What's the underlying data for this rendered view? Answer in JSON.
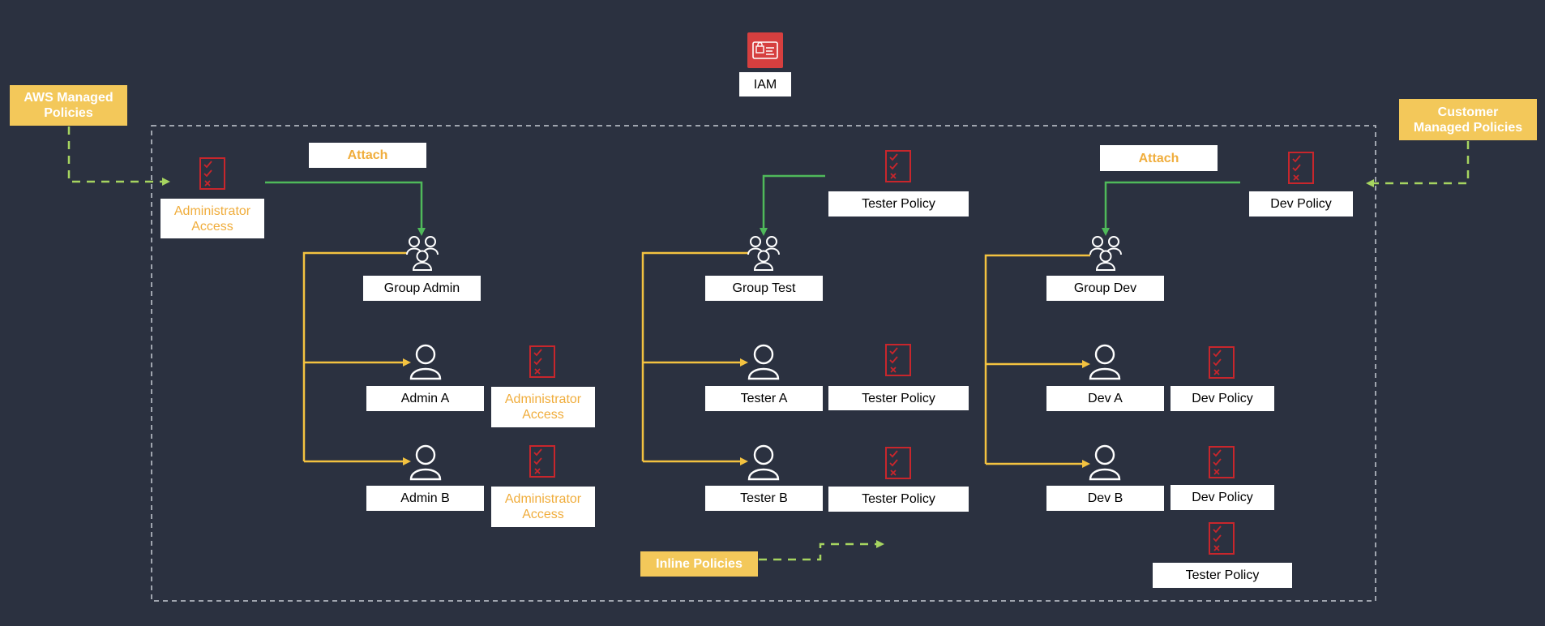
{
  "iam": {
    "label": "IAM"
  },
  "legend": {
    "aws_managed": "AWS Managed\nPolicies",
    "customer_managed": "Customer\nManaged Policies",
    "inline": "Inline Policies"
  },
  "attach_left": "Attach",
  "attach_right": "Attach",
  "admin_section": {
    "managed_policy": "Administrator\nAccess",
    "group": "Group Admin",
    "users": [
      {
        "name": "Admin A",
        "policy": "Administrator\nAccess"
      },
      {
        "name": "Admin B",
        "policy": "Administrator\nAccess"
      }
    ]
  },
  "tester_section": {
    "group_policy": "Tester Policy",
    "group": "Group Test",
    "users": [
      {
        "name": "Tester A",
        "policy": "Tester Policy"
      },
      {
        "name": "Tester B",
        "policy": "Tester Policy"
      }
    ]
  },
  "dev_section": {
    "group_policy": "Dev Policy",
    "group": "Group Dev",
    "users": [
      {
        "name": "Dev A",
        "policy": "Dev Policy"
      },
      {
        "name": "Dev B",
        "policy": "Dev Policy"
      }
    ],
    "extra_policy": "Tester Policy"
  },
  "colors": {
    "background": "#2b3140",
    "attach_line": "#4fb95a",
    "member_line": "#f3c240",
    "dashed_line": "#a6d460",
    "boundary": "#c8ccd4",
    "policy_icon": "#c8262c",
    "iam_icon": "#d63f3f",
    "legend_fill": "#f3c85a",
    "managed_text": "#f0ad3c"
  },
  "icons": {
    "policy": "policy-document-icon",
    "group": "group-icon",
    "user": "user-icon",
    "iam": "iam-icon"
  }
}
